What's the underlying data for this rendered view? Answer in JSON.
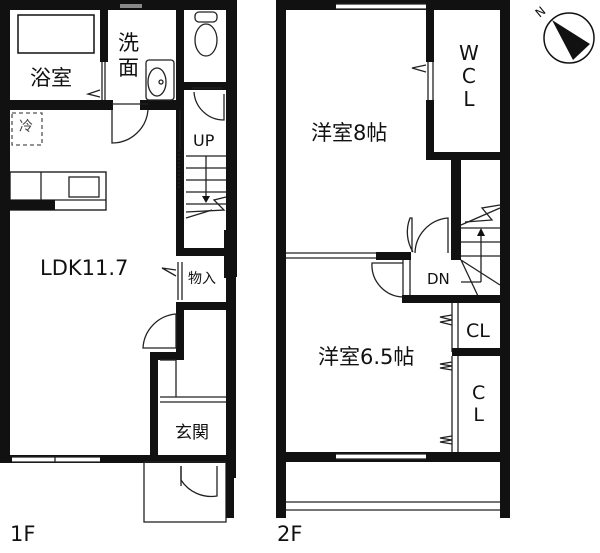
{
  "floors": [
    {
      "id": "1F",
      "label": "1F",
      "rooms": {
        "bathroom": "浴室",
        "washroom_1": "洗",
        "washroom_2": "面",
        "fridge": "冷",
        "stairs": "UP",
        "ldk": "LDK11.7",
        "storage": "物入",
        "entrance": "玄関"
      }
    },
    {
      "id": "2F",
      "label": "2F",
      "rooms": {
        "western_room_1": "洋室8帖",
        "wcl_1": "W",
        "wcl_2": "C",
        "wcl_3": "L",
        "stairs": "DN",
        "western_room_2": "洋室6.5帖",
        "closet_1": "CL",
        "closet_2_1": "C",
        "closet_2_2": "L"
      }
    }
  ],
  "compass": {
    "label": "N"
  },
  "colors": {
    "wall": "#111111",
    "line": "#222222",
    "background": "#ffffff"
  }
}
